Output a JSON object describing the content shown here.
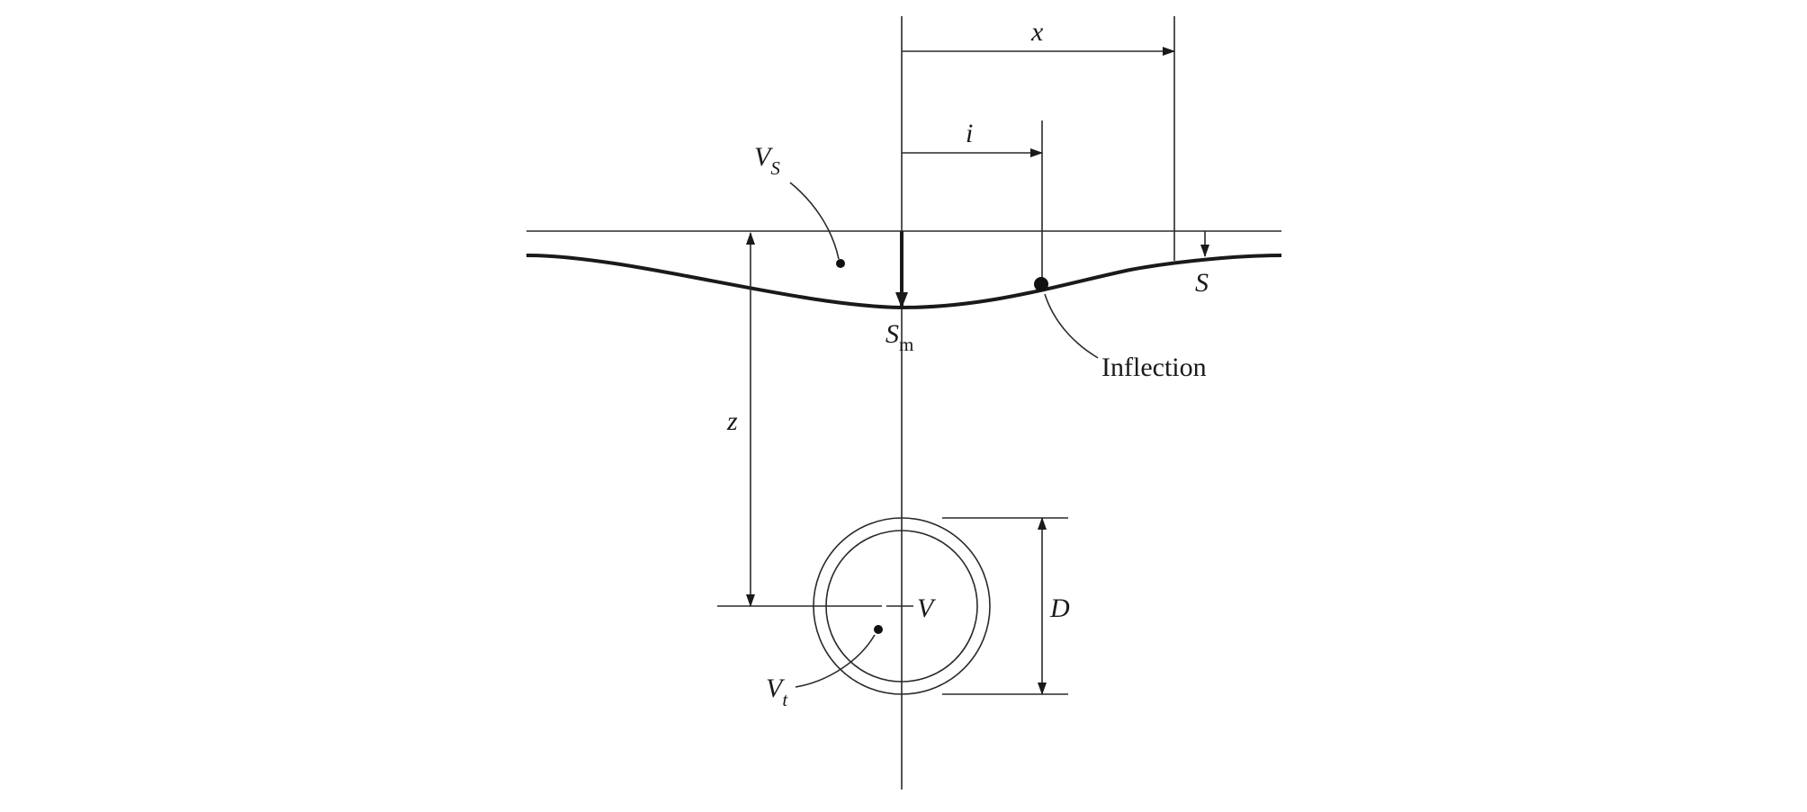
{
  "labels": {
    "x": "x",
    "i": "i",
    "vs_main": "V",
    "vs_sub": "S",
    "s": "S",
    "sm_main": "S",
    "sm_sub": "m",
    "inflection": "Inflection",
    "z": "z",
    "v": "V",
    "d": "D",
    "vt_main": "V",
    "vt_sub": "t"
  }
}
